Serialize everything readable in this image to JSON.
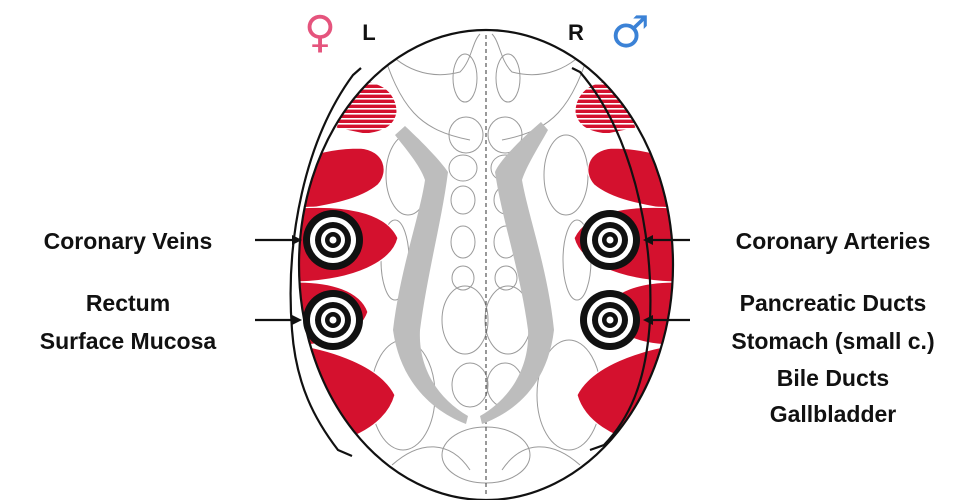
{
  "sides": {
    "left": {
      "letter": "L",
      "symbol": "♀",
      "symbol_name": "female-symbol-icon",
      "color": "#e5547d"
    },
    "right": {
      "letter": "R",
      "symbol": "♂",
      "symbol_name": "male-symbol-icon",
      "color": "#3b82d6"
    }
  },
  "labels": {
    "left_top": [
      "Coronary Veins"
    ],
    "left_bottom": [
      "Rectum",
      "Surface Mucosa"
    ],
    "right_top": [
      "Coronary Arteries"
    ],
    "right_bottom": [
      "Pancreatic Ducts",
      "Stomach (small c.)",
      "Bile Ducts",
      "Gallbladder"
    ]
  },
  "colors": {
    "zone": "#d4112e",
    "channel": "#bdbdbd",
    "outline": "#111111"
  }
}
